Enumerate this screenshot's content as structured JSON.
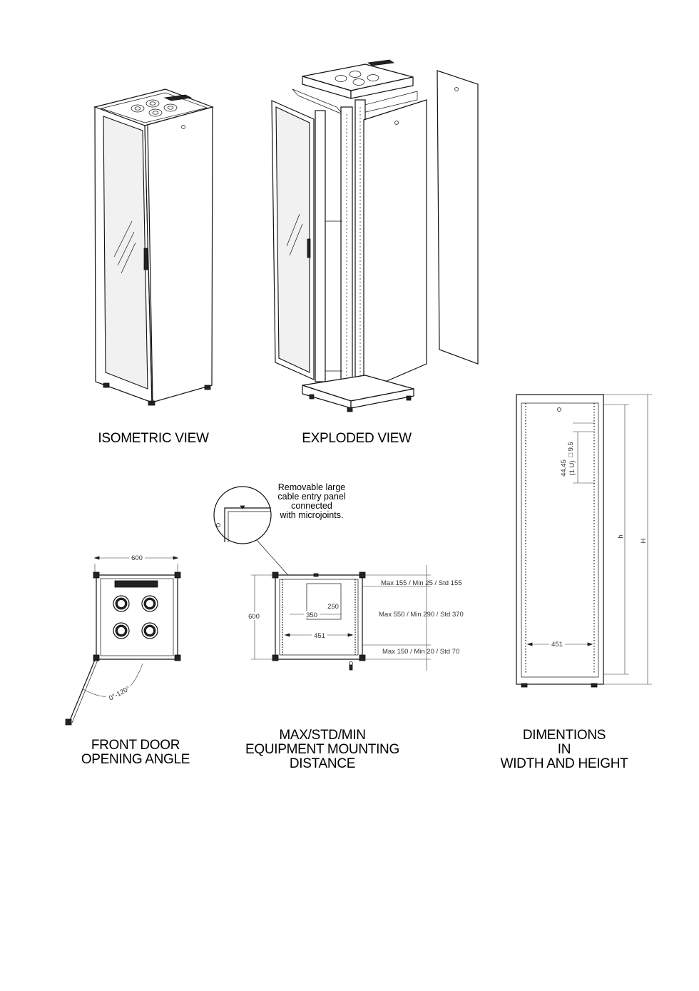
{
  "captions": {
    "isometric": "ISOMETRIC VIEW",
    "exploded": "EXPLODED VIEW",
    "front_door": [
      "FRONT DOOR",
      "OPENING ANGLE"
    ],
    "mounting": [
      "MAX/STD/MIN",
      "EQUIPMENT MOUNTING",
      "DISTANCE"
    ],
    "dimensions": [
      "DIMENTIONS",
      "IN",
      "WIDTH AND HEIGHT"
    ]
  },
  "callout": [
    "Removable large",
    "cable entry panel",
    "connected",
    "with microjoints."
  ],
  "front_door_view": {
    "width_label": "600",
    "angle_label": "0°-120°",
    "fan_icons": [
      "fan-icon",
      "fan-icon",
      "fan-icon",
      "fan-icon"
    ]
  },
  "mounting_view": {
    "side_label": "600",
    "cutout_w": "350",
    "cutout_h": "250",
    "rail_w": "451",
    "distances": [
      "Max 155 / Min 25 / Std 155",
      "Max 550 / Min 290 / Std 370",
      "Max 150 / Min 20 / Std 70"
    ]
  },
  "dimension_view": {
    "unit_label": "44.45",
    "unit_sub": "(1 U)",
    "hole_label": "□ 9.5",
    "inner_width": "451",
    "height_inner": "h",
    "height_total": "H"
  }
}
